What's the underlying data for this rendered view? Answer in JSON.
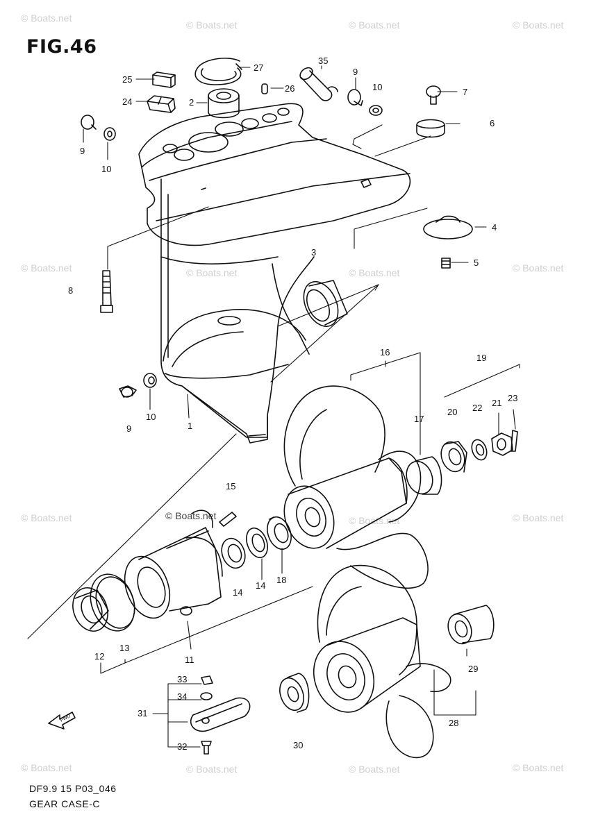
{
  "figure": {
    "title": "FIG.46",
    "code": "DF9.9 15 P03_046",
    "name": "GEAR CASE-C"
  },
  "watermark": "© Boats.net",
  "callouts": [
    "1",
    "2",
    "3",
    "4",
    "5",
    "6",
    "7",
    "8",
    "9",
    "9",
    "9",
    "10",
    "10",
    "10",
    "11",
    "12",
    "13",
    "14",
    "14",
    "15",
    "16",
    "17",
    "18",
    "19",
    "20",
    "21",
    "22",
    "23",
    "24",
    "25",
    "26",
    "27",
    "28",
    "29",
    "30",
    "31",
    "32",
    "33",
    "34",
    "35"
  ],
  "fwd_label": "FWD",
  "colors": {
    "line": "#111111",
    "watermark": "#cfcfcf",
    "background": "#ffffff"
  }
}
